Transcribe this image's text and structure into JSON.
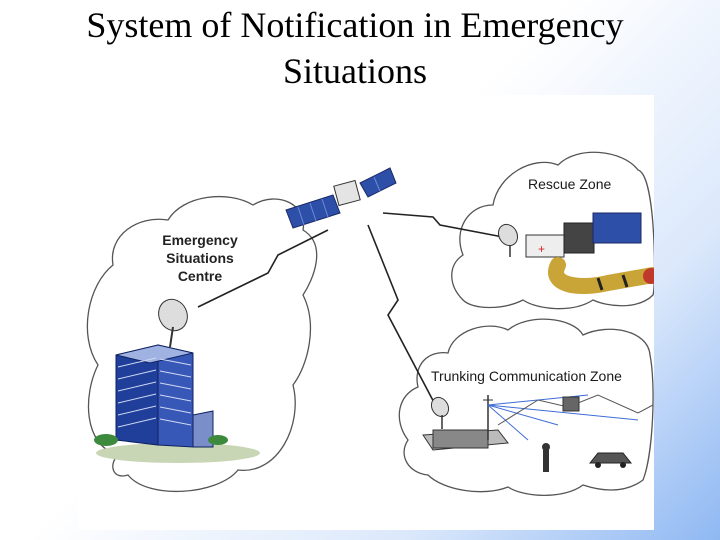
{
  "slide": {
    "title_line1": "System of Notification in Emergency",
    "title_line2": "Situations"
  },
  "diagram": {
    "emergency_centre": {
      "line1": "Emergency",
      "line2": "Situations",
      "line3": "Centre"
    },
    "rescue_zone_label": "Rescue Zone",
    "trunking_zone_label": "Trunking Communication Zone"
  },
  "colors": {
    "background_accent": "#8fb8f3",
    "satellite_panel": "#2d4fa8",
    "building": "#1f3f9a",
    "pipe": "#c9a437"
  }
}
